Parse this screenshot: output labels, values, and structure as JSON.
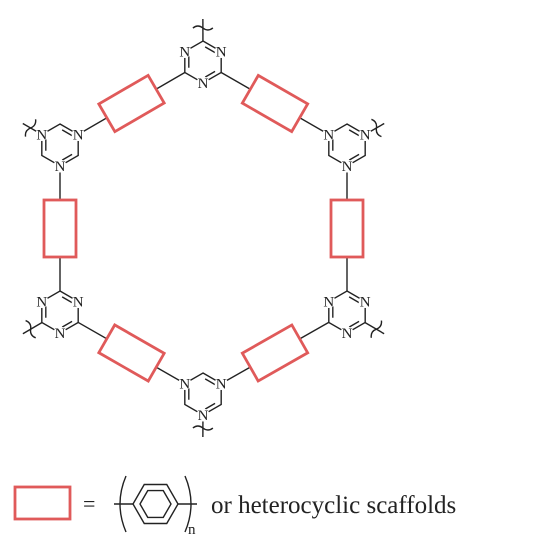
{
  "structure": {
    "atom_label": "N",
    "triazine_count": 6,
    "linker_count": 6
  },
  "legend": {
    "equals": "=",
    "repeat_subscript": "n",
    "caption": "or heterocyclic scaffolds",
    "linker_color": "#e05a5a"
  }
}
